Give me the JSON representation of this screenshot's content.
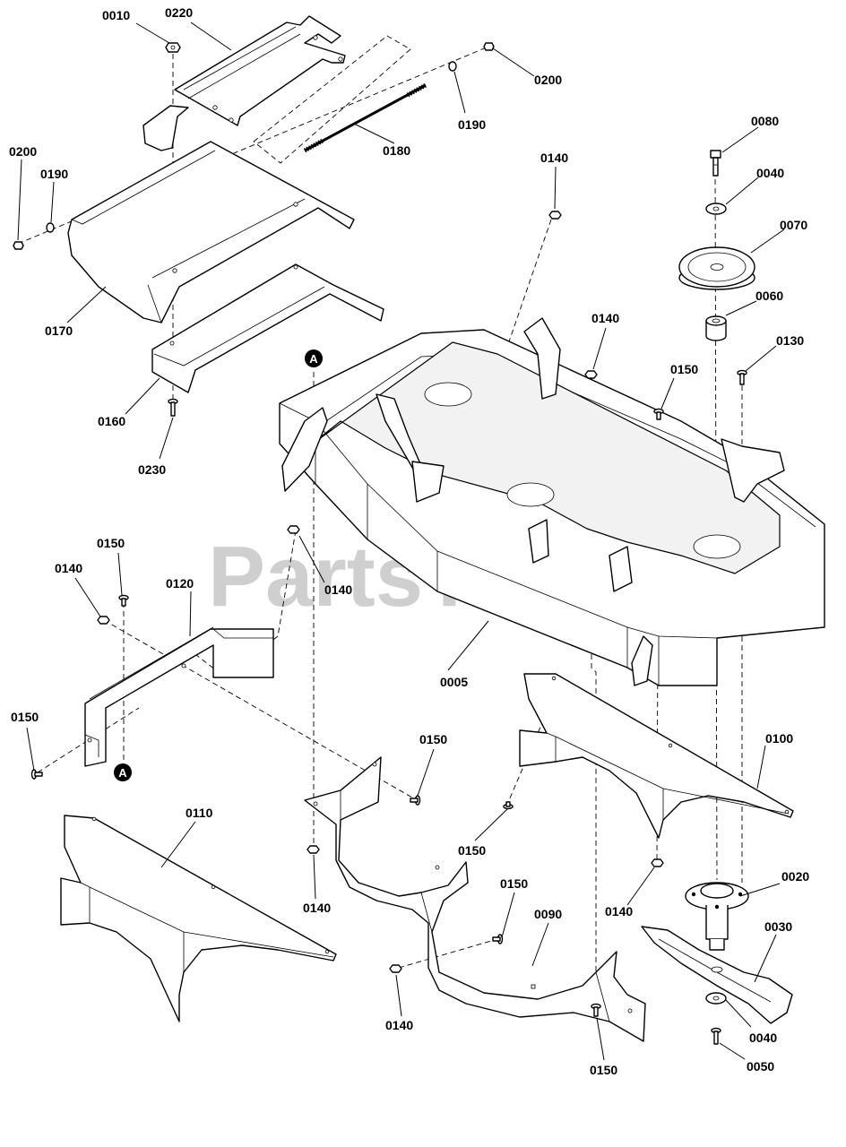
{
  "watermark": "PartsTree",
  "callouts": [
    {
      "id": "c-0010",
      "text": "0010"
    },
    {
      "id": "c-0220",
      "text": "0220"
    },
    {
      "id": "c-0200a",
      "text": "0200"
    },
    {
      "id": "c-0190a",
      "text": "0190"
    },
    {
      "id": "c-0180",
      "text": "0180"
    },
    {
      "id": "c-0200b",
      "text": "0200"
    },
    {
      "id": "c-0190b",
      "text": "0190"
    },
    {
      "id": "c-0170",
      "text": "0170"
    },
    {
      "id": "c-0160",
      "text": "0160"
    },
    {
      "id": "c-0230",
      "text": "0230"
    },
    {
      "id": "c-0140a",
      "text": "0140"
    },
    {
      "id": "c-0080",
      "text": "0080"
    },
    {
      "id": "c-0040a",
      "text": "0040"
    },
    {
      "id": "c-0070",
      "text": "0070"
    },
    {
      "id": "c-0060",
      "text": "0060"
    },
    {
      "id": "c-0140b",
      "text": "0140"
    },
    {
      "id": "c-0150a",
      "text": "0150"
    },
    {
      "id": "c-0130",
      "text": "0130"
    },
    {
      "id": "c-0150b",
      "text": "0150"
    },
    {
      "id": "c-0140c",
      "text": "0140"
    },
    {
      "id": "c-0120",
      "text": "0120"
    },
    {
      "id": "c-0140d",
      "text": "0140"
    },
    {
      "id": "c-0005",
      "text": "0005"
    },
    {
      "id": "c-0150c",
      "text": "0150"
    },
    {
      "id": "c-0100",
      "text": "0100"
    },
    {
      "id": "c-0150d",
      "text": "0150"
    },
    {
      "id": "c-0110",
      "text": "0110"
    },
    {
      "id": "c-0150e",
      "text": "0150"
    },
    {
      "id": "c-0140e",
      "text": "0140"
    },
    {
      "id": "c-0020",
      "text": "0020"
    },
    {
      "id": "c-0140f",
      "text": "0140"
    },
    {
      "id": "c-0150f",
      "text": "0150"
    },
    {
      "id": "c-0090",
      "text": "0090"
    },
    {
      "id": "c-0030",
      "text": "0030"
    },
    {
      "id": "c-0140g",
      "text": "0140"
    },
    {
      "id": "c-0040b",
      "text": "0040"
    },
    {
      "id": "c-0150g",
      "text": "0150"
    },
    {
      "id": "c-0050",
      "text": "0050"
    }
  ],
  "markers": [
    {
      "id": "m-a1",
      "text": "A"
    },
    {
      "id": "m-a2",
      "text": "A"
    }
  ]
}
